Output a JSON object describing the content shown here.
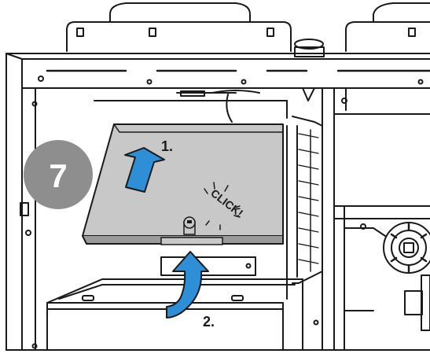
{
  "step": {
    "number": "7"
  },
  "labels": {
    "step1": "1.",
    "step2": "2.",
    "click": "CLICK!"
  },
  "colors": {
    "arrow_fill": "#2E8FD6",
    "arrow_stroke": "#1A1A1A",
    "panel_fill": "#C8C8C8",
    "badge_fill": "#8E8E8E",
    "badge_text": "#FFFFFF",
    "line": "#1A1A1A"
  },
  "icons": {
    "up_arrow": "arrow-up-icon",
    "curved_arrow": "curved-up-arrow-icon",
    "click_burst": "click-burst-icon"
  }
}
